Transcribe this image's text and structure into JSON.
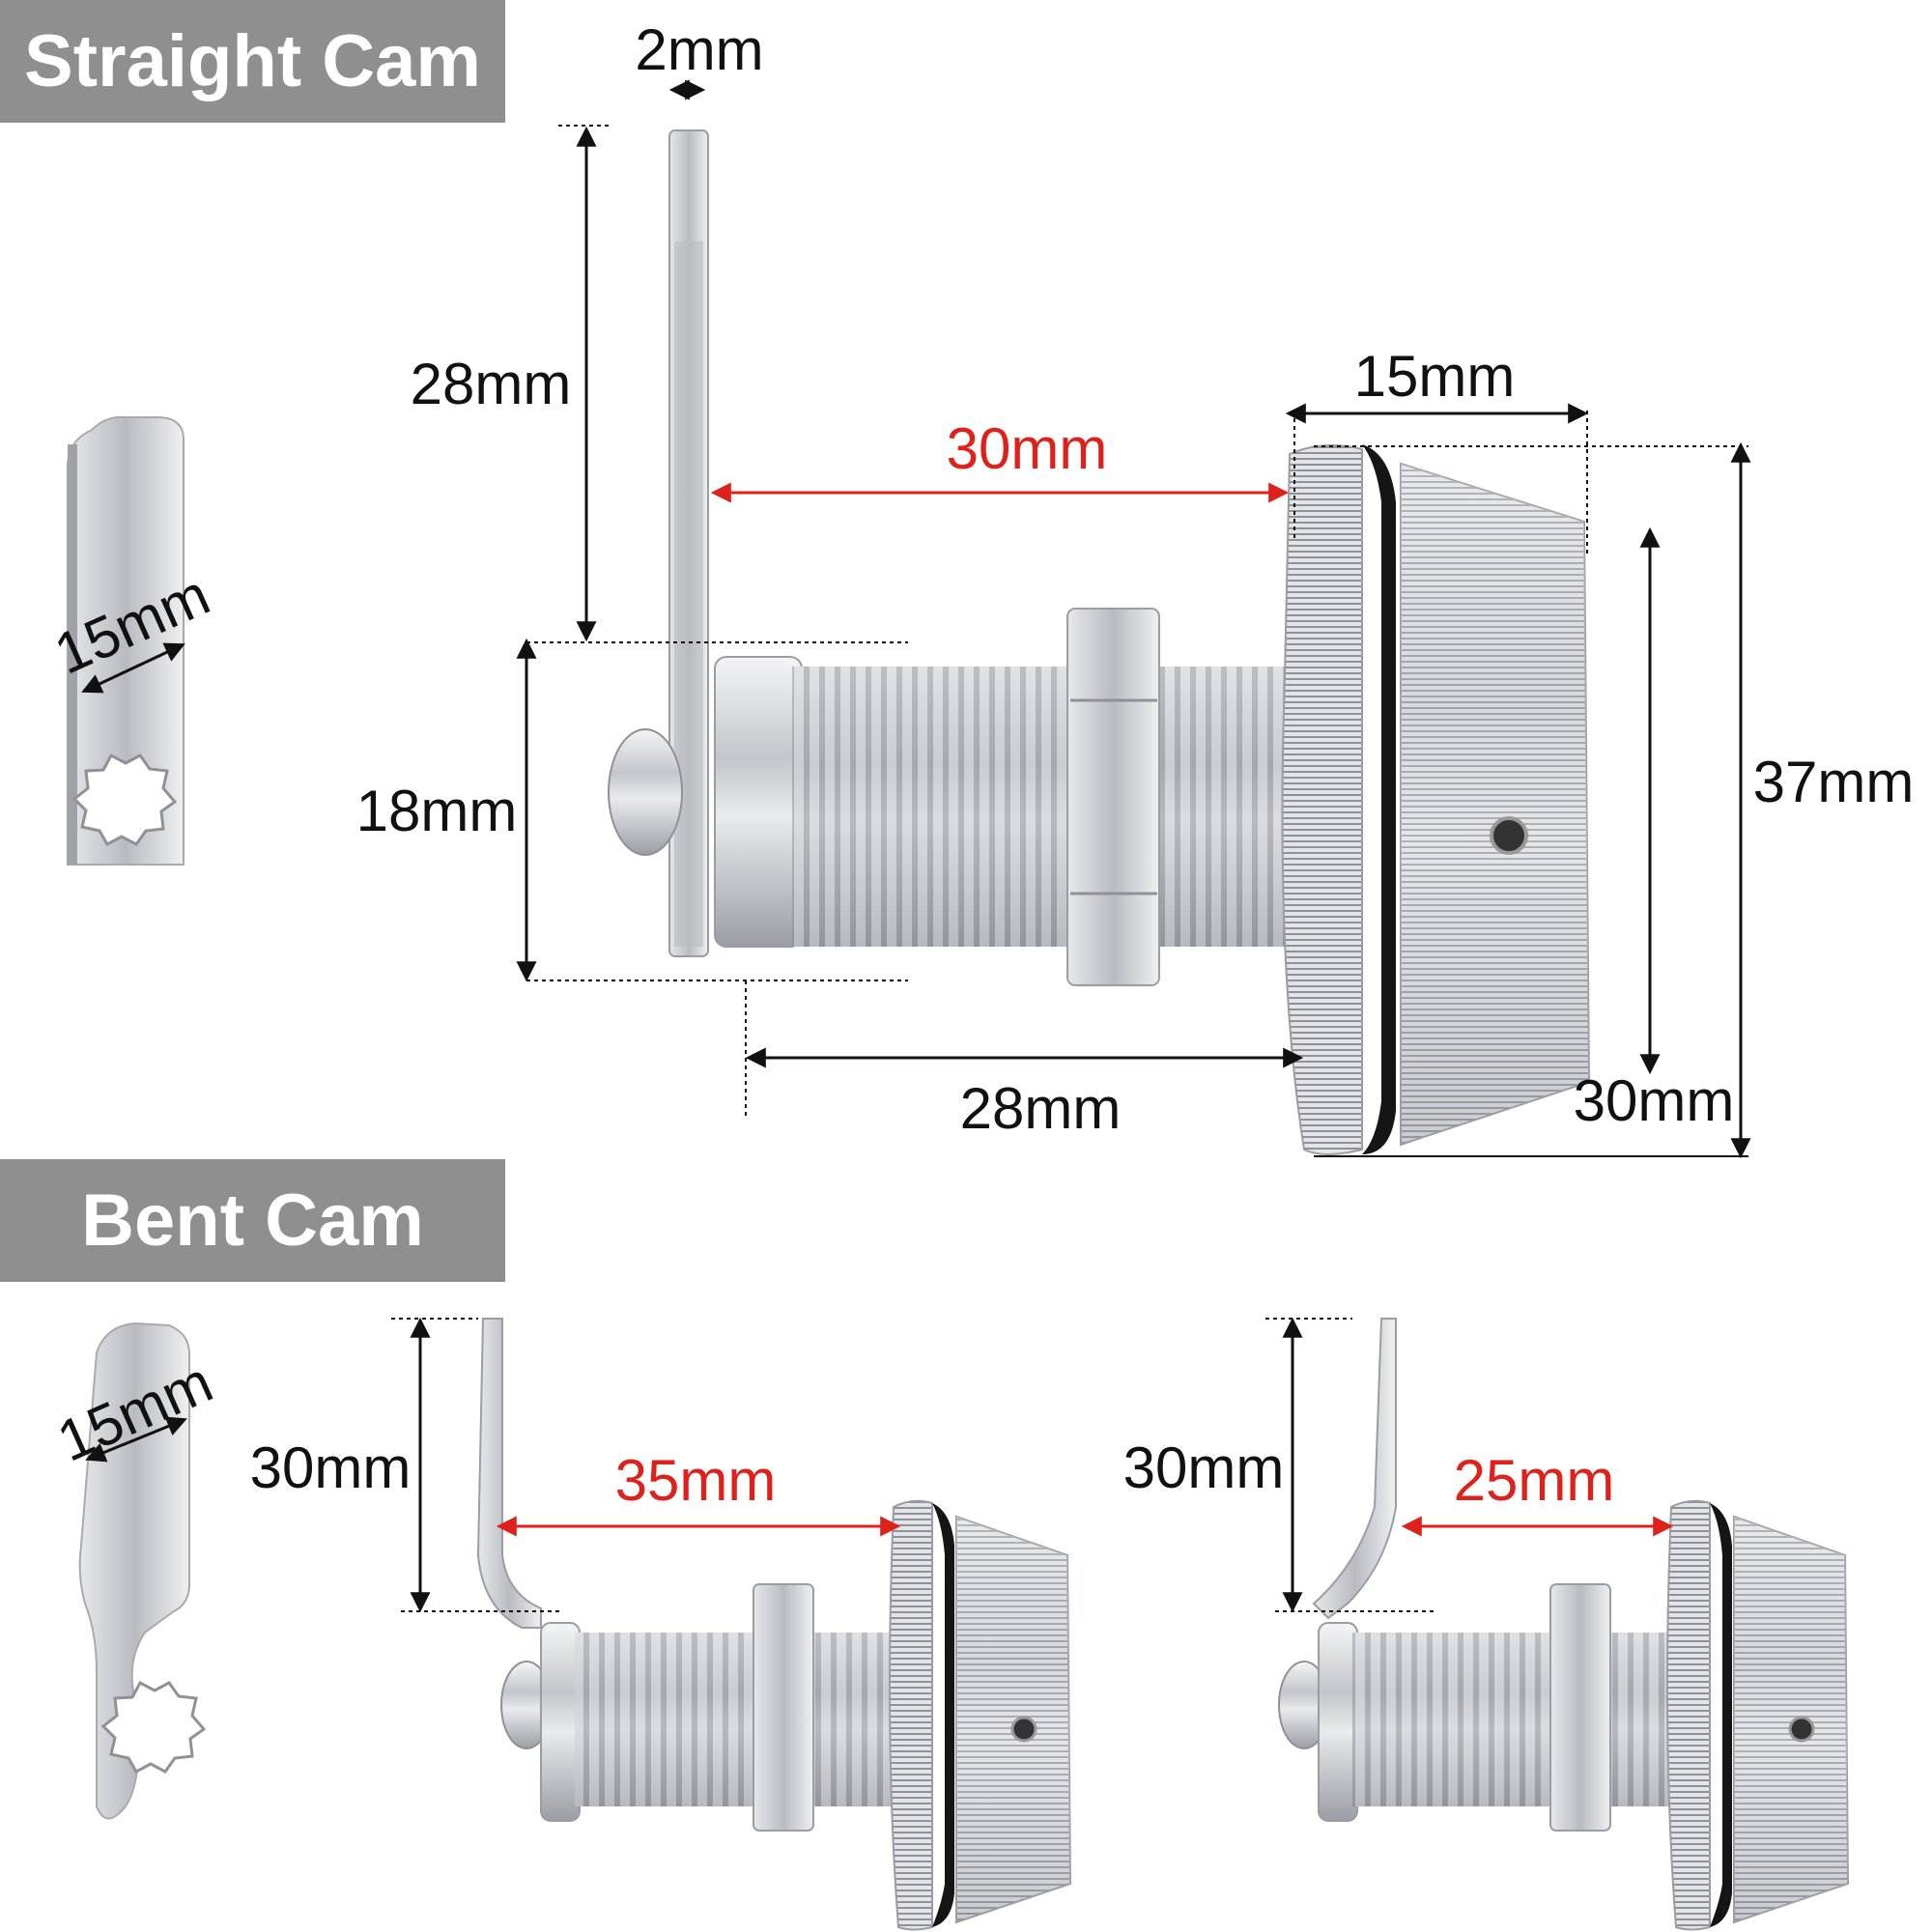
{
  "sections": {
    "straight": {
      "title": "Straight Cam"
    },
    "bent": {
      "title": "Bent Cam"
    }
  },
  "colors": {
    "banner": "#8f8f8f",
    "banner_text": "#ffffff",
    "dimension_text": "#111111",
    "highlight_dimension": "#e0201b",
    "metal": "#c9ccd0",
    "gasket": "#151515"
  },
  "dimensions": {
    "straight_cam_thickness": "2mm",
    "straight_cam_length": "28mm",
    "straight_cam_width": "15mm",
    "straight_body_length": "30mm",
    "straight_head_depth": "15mm",
    "straight_thread_diameter": "18mm",
    "straight_outer_diameter": "37mm",
    "straight_face_diameter": "30mm",
    "straight_thread_length": "28mm",
    "bent_cam_width": "15mm",
    "bent_left_cam_length": "30mm",
    "bent_left_body_length": "35mm",
    "bent_right_cam_length": "30mm",
    "bent_right_body_length": "25mm"
  },
  "icons": [
    "straight-cam-plate-icon",
    "bent-cam-plate-icon",
    "cam-lock-illustration"
  ]
}
